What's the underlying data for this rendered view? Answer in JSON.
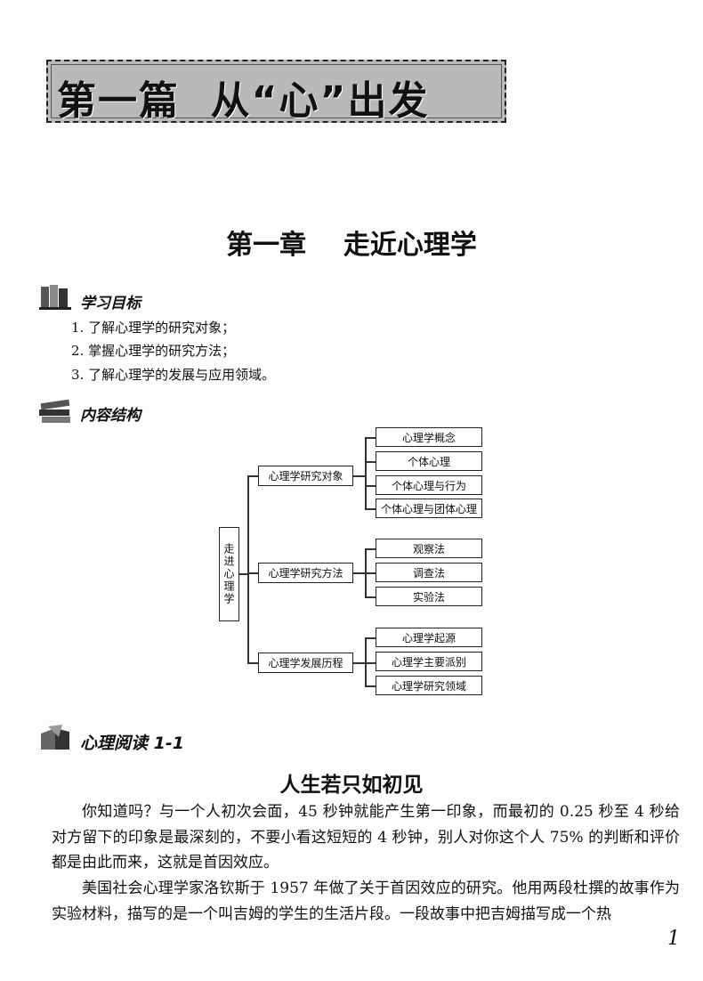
{
  "part_banner": {
    "title": "第一篇  从“心”出发"
  },
  "chapter_title": "第一章    走近心理学",
  "objectives": {
    "heading": "学习目标",
    "icon": "books-icon",
    "items": [
      "1. 了解心理学的研究对象；",
      "2. 掌握心理学的研究方法；",
      "3. 了解心理学的发展与应用领域。"
    ]
  },
  "structure": {
    "heading": "内容结构",
    "icon": "book-stack-icon",
    "root": "走进心理学",
    "branches": [
      {
        "label": "心理学研究对象",
        "leaves": [
          "心理学概念",
          "个体心理",
          "个体心理与行为",
          "个体心理与团体心理"
        ]
      },
      {
        "label": "心理学研究方法",
        "leaves": [
          "观察法",
          "调查法",
          "实验法"
        ]
      },
      {
        "label": "心理学发展历程",
        "leaves": [
          "心理学起源",
          "心理学主要派别",
          "心理学研究领域"
        ]
      }
    ]
  },
  "reading": {
    "heading": "心理阅读 1-1",
    "icon": "open-book-icon",
    "title": "人生若只如初见",
    "paragraphs": [
      "你知道吗？与一个人初次会面，45 秒钟就能产生第一印象，而最初的 0.25 秒至 4 秒给对方留下的印象是最深刻的，不要小看这短短的 4 秒钟，别人对你这个人 75% 的判断和评价都是由此而来，这就是首因效应。",
      "美国社会心理学家洛钦斯于 1957 年做了关于首因效应的研究。他用两段杜撰的故事作为实验材料，描写的是一个叫吉姆的学生的生活片段。一段故事中把吉姆描写成一个热"
    ]
  },
  "page_number": "1"
}
